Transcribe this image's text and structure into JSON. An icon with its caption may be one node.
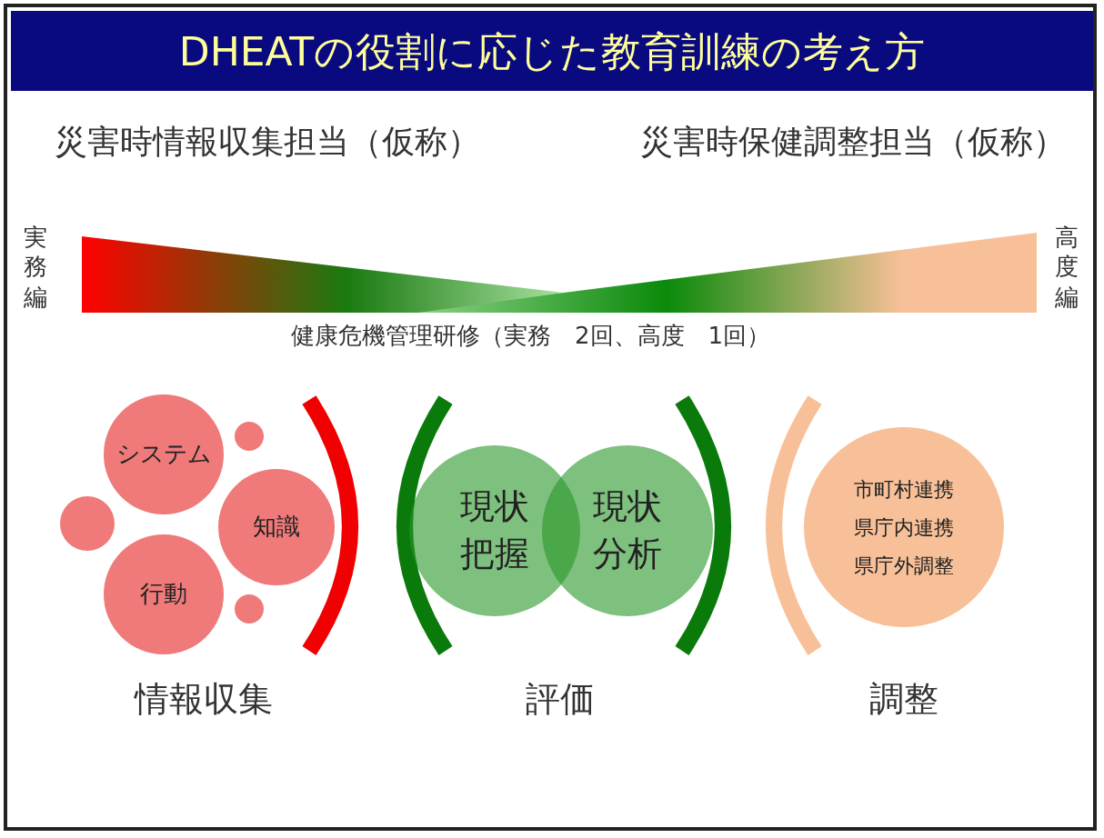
{
  "diagram": {
    "title": "DHEATの役割に応じた教育訓練の考え方",
    "nodes": [
      {
        "text": [
          "システム"
        ]
      },
      {
        "text": [],
        "shape": "circle"
      },
      {
        "text": [],
        "shape": "circle"
      },
      {
        "text": [
          "知識"
        ]
      },
      {
        "text": [
          "行動"
        ]
      },
      {
        "text": [],
        "shape": "circle"
      },
      {
        "text": [
          "現状把握"
        ]
      },
      {
        "text": [
          "現状分析"
        ]
      },
      {
        "text": [
          "市町村連携",
          "県庁内連携",
          "県庁外調整"
        ]
      }
    ],
    "edges": [],
    "labels": [
      "災害時情報収集担当（仮称）",
      "災害時保健調整担当（仮称）",
      "実務編",
      "高度編",
      "健康危機管理研修（実務　2回、高度　1回）",
      "情報収集",
      "評価",
      "調整"
    ]
  }
}
